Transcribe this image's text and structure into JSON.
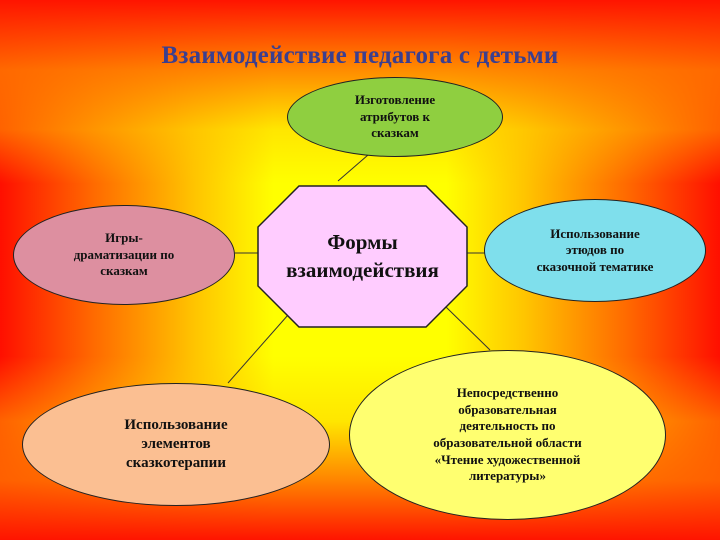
{
  "title": "Взаимодействие педагога с детьми",
  "center": "Формы\nвзаимодействия",
  "nodes": {
    "top": "Изготовление\nатрибутов к\nсказкам",
    "left": "Игры-\nдраматизации по\nсказкам",
    "right": "Использование\nэтюдов по\nсказочной тематике",
    "bottom_left": "Использование\nэлементов\nсказкотерапии",
    "bottom_right": "Непосредственно\nобразовательная\nдеятельность по\nобразовательной области\n«Чтение художественной\nлитературы»"
  },
  "colors": {
    "title": "#3b3f8f",
    "center_fill": "#ffccff",
    "top_fill": "#8fcf40",
    "left_fill": "#dd8fa0",
    "right_fill": "#7fdfec",
    "bottom_left_fill": "#fbbf92",
    "bottom_right_fill": "#ffff70"
  }
}
